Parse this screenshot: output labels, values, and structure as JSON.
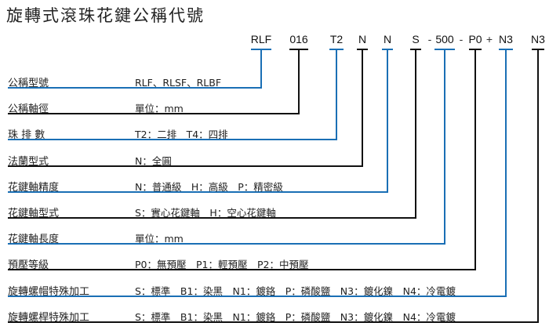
{
  "title": "旋轉式滾珠花鍵公稱代號",
  "code_parts": [
    {
      "text": "RLF",
      "color": "blue"
    },
    {
      "text": "016",
      "color": "black"
    },
    {
      "text": "T2",
      "color": "blue"
    },
    {
      "text": "N",
      "color": "black"
    },
    {
      "text": "N",
      "color": "blue"
    },
    {
      "text": "S",
      "color": "black"
    },
    {
      "text": "500",
      "color": "blue"
    },
    {
      "text": "P0",
      "color": "black"
    },
    {
      "text": "N3",
      "color": "blue"
    },
    {
      "text": "N3",
      "color": "black"
    }
  ],
  "separators": [
    "-",
    "-",
    "+"
  ],
  "colors": {
    "blue": "#1a6fb5",
    "black": "#111111"
  },
  "rows": [
    {
      "label": "公稱型號",
      "desc": "RLF、RLSF、RLBF"
    },
    {
      "label": "公稱軸徑",
      "desc": "單位：mm"
    },
    {
      "label": "珠 排 數",
      "desc": "T2：二排　T4：四排"
    },
    {
      "label": "法蘭型式",
      "desc": "N：全圓"
    },
    {
      "label": "花鍵軸精度",
      "desc": "N：普通級　H：高級　P：精密級"
    },
    {
      "label": "花鍵軸型式",
      "desc": "S：實心花鍵軸　H：空心花鍵軸"
    },
    {
      "label": "花鍵軸長度",
      "desc": "單位：mm"
    },
    {
      "label": "預壓等級",
      "desc": "P0：無預壓　P1：輕預壓　P2：中預壓"
    },
    {
      "label": "旋轉螺帽特殊加工",
      "desc": "S：標準　B1：染黑　N1：鍍鉻　P：磷酸鹽　N3：鍍化鎳　N4：冷電鍍"
    },
    {
      "label": "旋轉螺桿特殊加工",
      "desc": "S：標準　B1：染黑　N1：鍍鉻　P：磷酸鹽　N3：鍍化鎳　N4：冷電鍍"
    }
  ]
}
